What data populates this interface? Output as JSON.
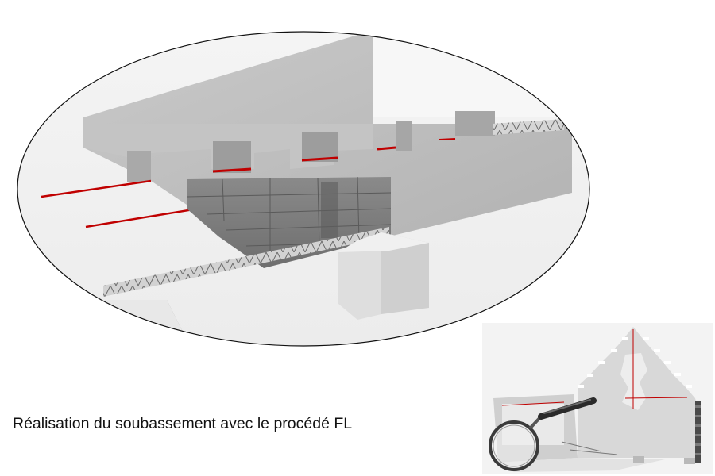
{
  "caption": {
    "text": "Réalisation du soubassement avec le procédé FL"
  },
  "illustrations": {
    "detail_view": {
      "icon": "magnified-foundation-detail",
      "accent_color": "#c00000"
    },
    "overview_view": {
      "icon": "building-section-with-magnifier"
    }
  }
}
